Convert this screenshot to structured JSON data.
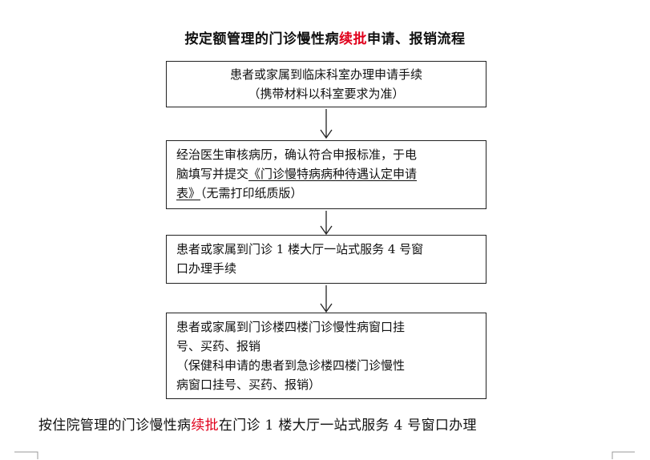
{
  "title": {
    "prefix": "按定额管理的门诊慢性病",
    "highlight": "续批",
    "suffix": "申请、报销流程"
  },
  "steps": [
    {
      "lines": [
        "患者或家属到临床科室办理申请手续",
        "（携带材料以科室要求为准）"
      ]
    },
    {
      "line1": "经治医生审核病历，确认符合申报标准，于电",
      "line2_prefix": "脑填写并提交",
      "form_name_part1": "《门诊慢特病病种待遇认定申请",
      "form_name_part2": "表》",
      "line3_suffix": "（无需打印纸质版）"
    },
    {
      "lines": [
        "患者或家属到门诊 1 楼大厅一站式服务 4 号窗",
        "口办理手续"
      ]
    },
    {
      "lines": [
        "患者或家属到门诊楼四楼门诊慢性病窗口挂",
        "号、买药、报销",
        "（保健科申请的患者到急诊楼四楼门诊慢性",
        "病窗口挂号、买药、报销）"
      ]
    }
  ],
  "footer": {
    "prefix": "按住院管理的门诊慢性病",
    "highlight": "续批",
    "suffix": "在门诊 1 楼大厅一站式服务 4 号窗口办理"
  },
  "colors": {
    "highlight": "#e0001b",
    "border": "#222222",
    "text": "#111111"
  }
}
